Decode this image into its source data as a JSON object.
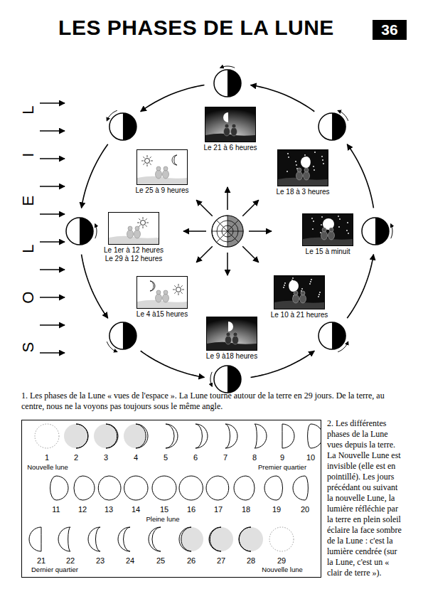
{
  "diagram": {
    "title": "LES PHASES DE LA LUNE",
    "caption": "1. Les phases de la Lune « vues de l'espace ». La Lune tourne autour de la terre en 29 jours. De la terre, au centre, nous ne la voyons pas toujours sous le même angle.",
    "nodes": [
      {
        "text": [
          "36"
        ]
      },
      {
        "text": [
          "Le 21 à 6 heures"
        ]
      },
      {
        "text": [
          "Le 25 à 9 heures"
        ]
      },
      {
        "text": [
          "Le 18 à 3 heures"
        ]
      },
      {
        "text": [
          "Le 1er à 12 heures",
          "Le 29 à 12 heures"
        ]
      },
      {
        "text": [
          "Le 15 à minuit"
        ]
      },
      {
        "text": [
          "Le 4 à15 heures"
        ]
      },
      {
        "text": [
          "Le 10 à 21 heures"
        ]
      },
      {
        "text": [
          "Le 9 à18 heures"
        ]
      },
      {
        "text": [
          "1",
          "2",
          "3",
          "4",
          "5",
          "6",
          "7",
          "8",
          "9",
          "10",
          "Nouvelle lune",
          "Premier quartier",
          "11",
          "12",
          "13",
          "14",
          "15",
          "16",
          "17",
          "18",
          "19",
          "20",
          "Pleine lune",
          "21",
          "22",
          "23",
          "24",
          "25",
          "26",
          "27",
          "28",
          "29",
          "Dernier quartier",
          "Nouvelle lune"
        ]
      }
    ],
    "labels": [
      "SOLEIL",
      "2. Les différentes phases de la Lune vues depuis la terre. La Nouvelle Lune est invisible (elle est en pointillé). Les jours précédant ou suivant la nouvelle Lune, la lumière réfléchie par la terre en plein soleil éclaire la face sombre de la Lune : c'est la lumière cendrée (sur la Lune, c'est un « clair de terre »)."
    ]
  }
}
